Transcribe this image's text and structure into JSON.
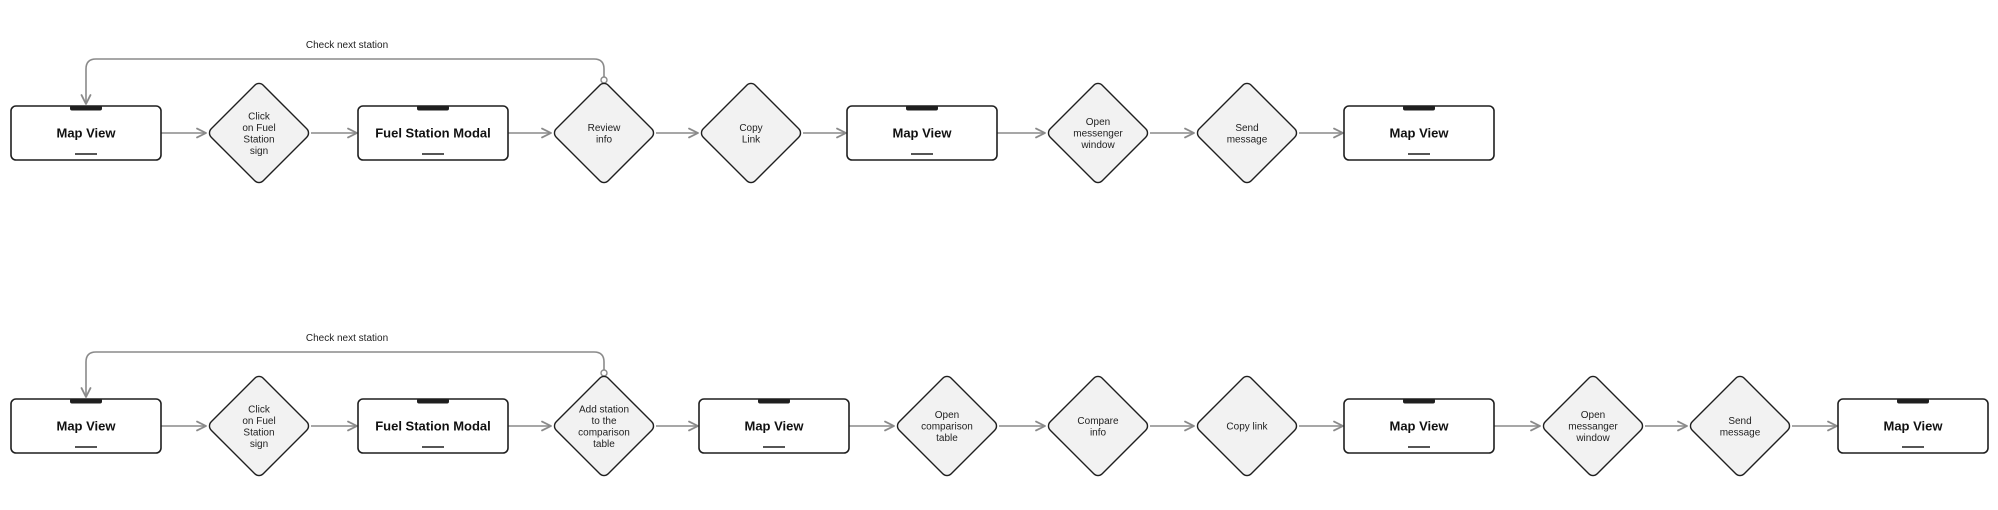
{
  "flows": [
    {
      "loop_label": "Check next station",
      "steps": [
        {
          "kind": "screen",
          "label": "Map View"
        },
        {
          "kind": "action",
          "lines": [
            "Click",
            "on Fuel",
            "Station",
            "sign"
          ]
        },
        {
          "kind": "screen",
          "label": "Fuel Station Modal"
        },
        {
          "kind": "action",
          "lines": [
            "Review",
            "info"
          ]
        },
        {
          "kind": "action",
          "lines": [
            "Copy",
            "Link"
          ]
        },
        {
          "kind": "screen",
          "label": "Map View"
        },
        {
          "kind": "action",
          "lines": [
            "Open",
            "messenger",
            "window"
          ]
        },
        {
          "kind": "action",
          "lines": [
            "Send",
            "message"
          ]
        },
        {
          "kind": "screen",
          "label": "Map View"
        }
      ]
    },
    {
      "loop_label": "Check next station",
      "steps": [
        {
          "kind": "screen",
          "label": "Map View"
        },
        {
          "kind": "action",
          "lines": [
            "Click",
            "on Fuel",
            "Station",
            "sign"
          ]
        },
        {
          "kind": "screen",
          "label": "Fuel Station Modal"
        },
        {
          "kind": "action",
          "lines": [
            "Add station",
            "to the",
            "comparison",
            "table"
          ]
        },
        {
          "kind": "screen",
          "label": "Map View"
        },
        {
          "kind": "action",
          "lines": [
            "Open",
            "comparison",
            "table"
          ]
        },
        {
          "kind": "action",
          "lines": [
            "Compare",
            "info"
          ]
        },
        {
          "kind": "action",
          "lines": [
            "Copy link"
          ]
        },
        {
          "kind": "screen",
          "label": "Map View"
        },
        {
          "kind": "action",
          "lines": [
            "Open",
            "messanger",
            "window"
          ]
        },
        {
          "kind": "action",
          "lines": [
            "Send",
            "message"
          ]
        },
        {
          "kind": "screen",
          "label": "Map View"
        }
      ]
    }
  ],
  "colors": {
    "connector": "#8a8a8a",
    "outline": "#1f1f1f",
    "diamond_fill": "#f2f2f2"
  }
}
